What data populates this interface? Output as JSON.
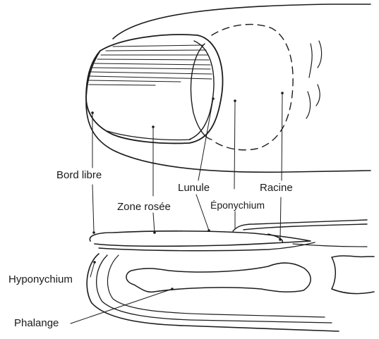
{
  "diagram": {
    "labels": {
      "bord_libre": "Bord libre",
      "zone_rosee": "Zone rosée",
      "lunule": "Lunule",
      "eponychium": "Éponychium",
      "racine": "Racine",
      "hyponychium": "Hyponychium",
      "phalange": "Phalange"
    },
    "colors": {
      "ink": "#1c1c1c",
      "background": "#ffffff"
    }
  }
}
